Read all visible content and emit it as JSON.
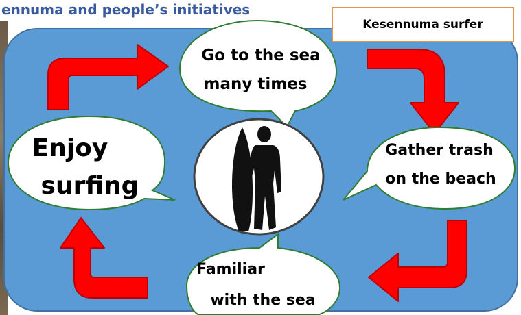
{
  "header": {
    "title": "ennuma and people’s initiatives"
  },
  "label": "Kesennuma surfer",
  "bubbles": {
    "top": [
      "Go to the sea",
      "many times"
    ],
    "right": [
      "Gather trash",
      "on the beach"
    ],
    "bottom": [
      "Familiar",
      "with the sea"
    ],
    "left": [
      "Enjoy",
      "surfing"
    ]
  },
  "center": {
    "icon": "surfer-silhouette-icon"
  },
  "colors": {
    "panel": "#5b9bd5",
    "arrow": "#ff0000",
    "bubble": "#ffffff",
    "bubble_border": "#2e7d32",
    "label_border": "#e6944a"
  }
}
